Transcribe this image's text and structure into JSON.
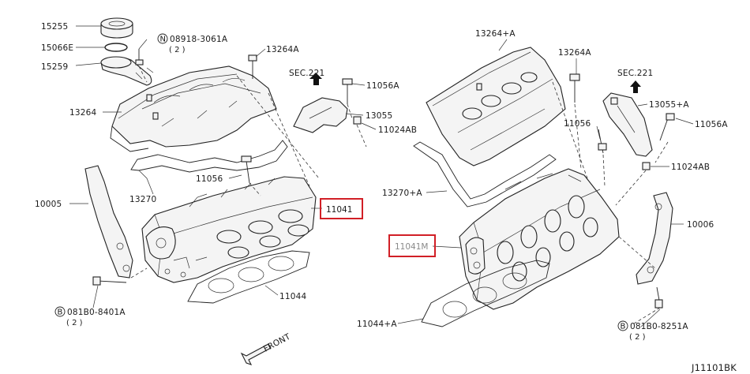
{
  "diagram_id": "J11101BK",
  "front_label": "FRONT",
  "highlight_color": "#d11f26",
  "labels": {
    "p15255": "15255",
    "p15066e": "15066E",
    "p15259": "15259",
    "p08918": "08918-3061A",
    "p08918_qty": "( 2 )",
    "p08918_badge": "N",
    "p13264a_l": "13264A",
    "p13264": "13264",
    "p13270": "13270",
    "p11056_l": "11056",
    "p10005": "10005",
    "p11041": "11041",
    "p11044": "11044",
    "p081b0_l": "081B0-8401A",
    "p081b0_l_qty": "( 2 )",
    "p081b0_l_badge": "B",
    "sec221_l": "SEC.221",
    "p11056a_l": "11056A",
    "p13055": "13055",
    "p11024ab_l": "11024AB",
    "p13264pa": "13264+A",
    "p13264a_r": "13264A",
    "sec221_r": "SEC.221",
    "p13055pa": "13055+A",
    "p11056_r": "11056",
    "p11056a_r": "11056A",
    "p11024ab_r": "11024AB",
    "p13270pa": "13270+A",
    "p10006": "10006",
    "p11041m": "11041M",
    "p11044pa": "11044+A",
    "p081b0_r": "081B0-8251A",
    "p081b0_r_qty": "( 2 )",
    "p081b0_r_badge": "B"
  }
}
